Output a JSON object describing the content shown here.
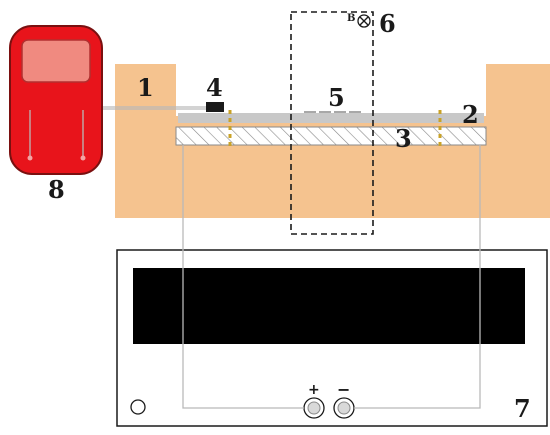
{
  "labels": {
    "l1": "1",
    "l2": "2",
    "l3": "3",
    "l4": "4",
    "l5": "5",
    "l6": "6",
    "l7": "7",
    "l8": "8"
  },
  "field_symbol": "B",
  "terminals": {
    "positive": "+",
    "negative": "−"
  },
  "colors": {
    "substrate": "#f5c38f",
    "meter_body": "#e8141b",
    "meter_border": "#7a1010",
    "meter_screen": "#f08a80",
    "display": "#000000",
    "wire": "#b9b9b9",
    "contact": "#c9a227"
  }
}
